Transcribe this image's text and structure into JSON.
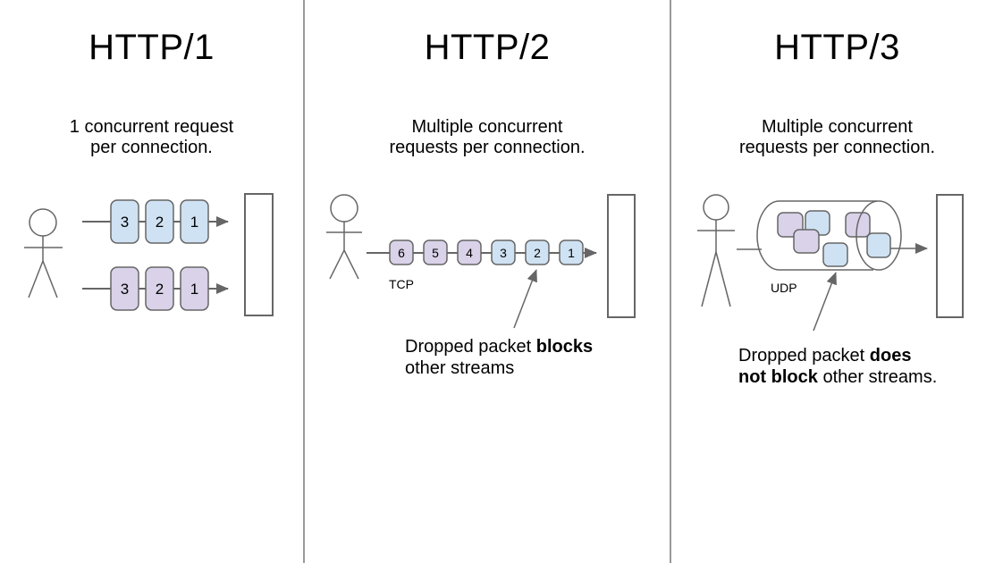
{
  "colors": {
    "packet_blue": "#cfe2f3",
    "packet_purple": "#d9d2e9",
    "stroke": "#666666",
    "divider": "#999999"
  },
  "columns": [
    {
      "title": "HTTP/1",
      "subtitle": "1 concurrent request per connection.",
      "streams": [
        {
          "color": "blue",
          "packets": [
            "3",
            "2",
            "1"
          ]
        },
        {
          "color": "purple",
          "packets": [
            "3",
            "2",
            "1"
          ]
        }
      ]
    },
    {
      "title": "HTTP/2",
      "subtitle": "Multiple concurrent requests per connection.",
      "protocol_label": "TCP",
      "packets": [
        {
          "label": "6",
          "color": "purple"
        },
        {
          "label": "5",
          "color": "purple"
        },
        {
          "label": "4",
          "color": "purple"
        },
        {
          "label": "3",
          "color": "blue"
        },
        {
          "label": "2",
          "color": "blue"
        },
        {
          "label": "1",
          "color": "blue"
        }
      ],
      "annotation": {
        "full_text": "Dropped packet blocks other streams",
        "line1_normal": "Dropped packet ",
        "line1_bold": "blocks",
        "line2_bold": "",
        "line2_normal": "other streams"
      }
    },
    {
      "title": "HTTP/3",
      "subtitle": "Multiple concurrent requests per connection.",
      "protocol_label": "UDP",
      "packets": [
        {
          "color": "purple"
        },
        {
          "color": "blue"
        },
        {
          "color": "purple"
        },
        {
          "color": "blue"
        },
        {
          "color": "purple"
        },
        {
          "color": "blue"
        }
      ],
      "annotation": {
        "full_text": "Dropped packet does not block other streams.",
        "line1_normal": "Dropped packet ",
        "line1_bold": "does",
        "line2_bold": "not block",
        "line2_normal": " other streams."
      }
    }
  ]
}
